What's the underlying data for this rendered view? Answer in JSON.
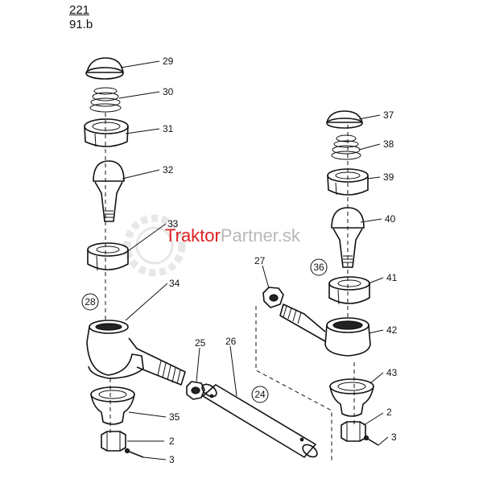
{
  "header": {
    "page_number": "221",
    "sub_number": "91.b"
  },
  "watermark": {
    "text_red": "Traktor",
    "text_grey": "Partner",
    "suffix": ".sk",
    "red": "#e02020",
    "grey": "#b8b8b8"
  },
  "callouts": [
    "29",
    "30",
    "31",
    "32",
    "33",
    "34",
    "35",
    "2",
    "3",
    "25",
    "26",
    "27",
    "37",
    "38",
    "39",
    "40",
    "41",
    "42",
    "43",
    "2",
    "3"
  ],
  "groups": [
    "28",
    "36",
    "24"
  ]
}
